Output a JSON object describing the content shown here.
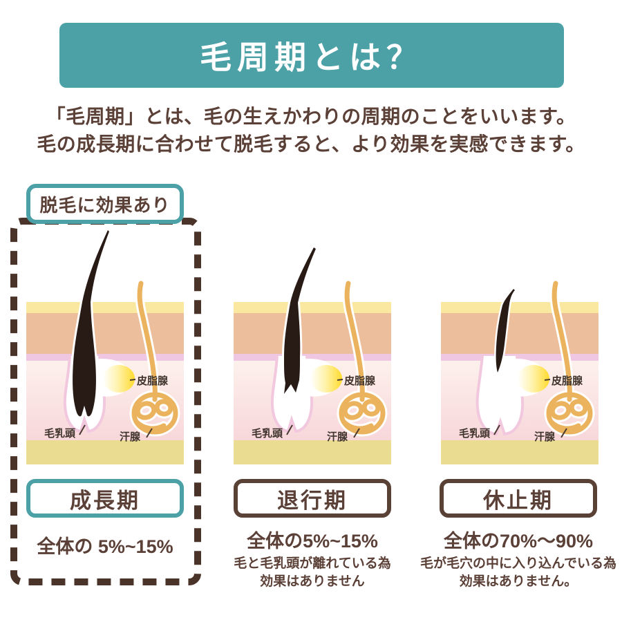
{
  "colors": {
    "accent_teal": "#4CA1A7",
    "text_brown": "#5B4037",
    "dashed_frame_brown": "#4A3429",
    "box_border_brown": "#5A4135",
    "hair_black": "#281B16",
    "sweat_gland_tan": "#EBB35E",
    "sebaceous_yellow": "#FFDB2E",
    "skin_yellow": "#FBE8A0",
    "skin_peach": "#ECBE9C",
    "skin_lilac": "#EFC7E2",
    "skin_pink": "#F8D7DA",
    "skin_tan": "#EADC91"
  },
  "header": {
    "title": "毛周期とは？"
  },
  "intro": {
    "line1": "「毛周期」とは、毛の生えかわりの周期のことをいいます。",
    "line2": "毛の成長期に合わせて脱毛すると、より効果を実感できます。"
  },
  "badge": {
    "label": "脱毛に効果あり"
  },
  "anatomy": {
    "sebaceous_gland": "皮脂腺",
    "hair_papilla": "毛乳頭",
    "sweat_gland": "汗腺"
  },
  "phases": [
    {
      "name": "成長期",
      "ratio": "全体の 5%~15%",
      "highlighted": true
    },
    {
      "name": "退行期",
      "ratio": "全体の5%~15%",
      "note_line1": "毛と毛乳頭が離れている為",
      "note_line2": "効果はありません",
      "highlighted": false
    },
    {
      "name": "休止期",
      "ratio": "全体の70%～90%",
      "note_line1": "毛が毛穴の中に入り込んでいる為",
      "note_line2": "効果はありません。",
      "highlighted": false
    }
  ]
}
